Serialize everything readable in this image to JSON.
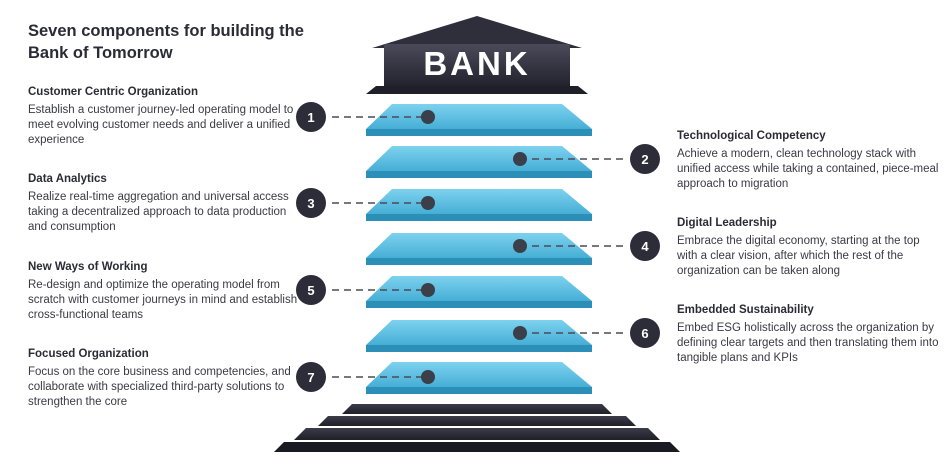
{
  "title": "Seven components for building the Bank of Tomorrow",
  "bank_label": "BANK",
  "colors": {
    "dark": "#2d2d3a",
    "plate_top": "#5cbfe0",
    "plate_edge": "#2b8fb8",
    "connector": "#4a4a55"
  },
  "components": [
    {
      "number": "1",
      "heading": "Customer Centric Organization",
      "description": "Establish a customer journey-led operating model to meet evolving customer needs and deliver a unified experience"
    },
    {
      "number": "2",
      "heading": "Technological Competency",
      "description": "Achieve a modern, clean technology stack with unified access while taking a contained, piece-meal approach to migration"
    },
    {
      "number": "3",
      "heading": "Data Analytics",
      "description": "Realize real-time aggregation and universal access taking a decentralized approach to data production and consumption"
    },
    {
      "number": "4",
      "heading": "Digital Leadership",
      "description": "Embrace the digital economy, starting at the top with a clear vision, after which the rest of the organization can be taken along"
    },
    {
      "number": "5",
      "heading": "New Ways of Working",
      "description": "Re-design and optimize the operating model from scratch with customer journeys in mind and establish cross-functional teams"
    },
    {
      "number": "6",
      "heading": "Embedded Sustainability",
      "description": "Embed ESG holistically across the organization by defining clear targets and then translating them into tangible plans and KPIs"
    },
    {
      "number": "7",
      "heading": "Focused Organization",
      "description": "Focus on the core business and competencies, and collaborate with specialized third-party solutions to strengthen the core"
    }
  ]
}
